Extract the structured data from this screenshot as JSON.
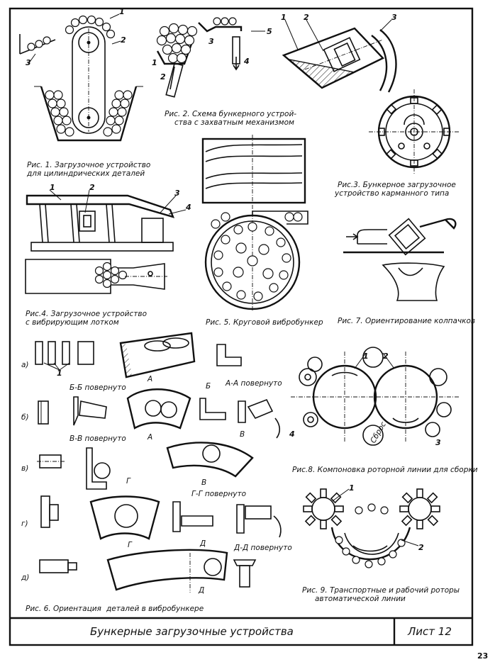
{
  "sheet": {
    "title": "Бункерные загрузочные устройства",
    "sheet_label": "Лист 12",
    "page_number": "23"
  },
  "figures": {
    "fig1": {
      "caption_line1": "Рис. 1. Загрузочное устройство",
      "caption_line2": "для цилиндрических деталей",
      "labels": [
        "1",
        "2",
        "3"
      ]
    },
    "fig2": {
      "caption_line1": "Рис. 2. Схема бункерного устрой-",
      "caption_line2": "ства с захватным механизмом",
      "labels": [
        "1",
        "2",
        "3",
        "4",
        "5"
      ]
    },
    "fig3": {
      "caption_line1": "Рис.3. Бункерное загрузочное",
      "caption_line2": "устройство карманного типа",
      "labels": [
        "1",
        "2",
        "3"
      ]
    },
    "fig4": {
      "caption_line1": "Рис.4. Загрузочное устройство",
      "caption_line2": "с вибрирующим лотком",
      "labels": [
        "1",
        "2",
        "3",
        "4"
      ]
    },
    "fig5": {
      "caption": "Рис. 5. Круговой вибробункер"
    },
    "fig6": {
      "caption_part1": "Рис. 6. Ориентация",
      "caption_part2": "деталей в вибробункере",
      "rows": [
        "а)",
        "б)",
        "в)",
        "г)",
        "д)"
      ],
      "sections": [
        "Б-Б повернуто",
        "А-А повернуто",
        "В-В повернуто",
        "Г-Г повернуто",
        "Д-Д повернуто"
      ],
      "marks": [
        "А",
        "Б",
        "В",
        "Г",
        "Д"
      ],
      "labels": [
        "1"
      ]
    },
    "fig7": {
      "caption": "Рис. 7. Ориентирование колпачков"
    },
    "fig8": {
      "caption": "Рис.8. Компоновка роторной линии для сборки",
      "labels": [
        "1",
        "2",
        "3",
        "4"
      ],
      "annotation": "Сброс"
    },
    "fig9": {
      "caption_line1": "Рис. 9. Транспортные и рабочий роторы",
      "caption_line2": "автоматической линии",
      "labels": [
        "1",
        "2"
      ]
    }
  }
}
